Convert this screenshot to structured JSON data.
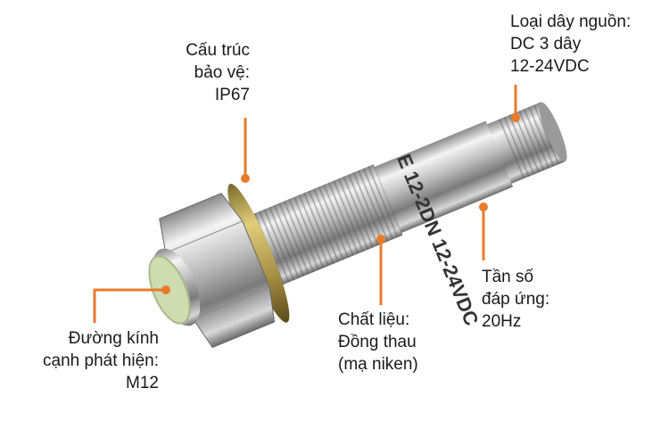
{
  "accent_color": "#e87a2c",
  "callouts": {
    "protection": {
      "lines": [
        "Cấu trúc",
        "bảo vệ:",
        "IP67"
      ]
    },
    "power": {
      "lines": [
        "Loại dây nguồn:",
        "DC 3 dây",
        "12-24VDC"
      ]
    },
    "frequency": {
      "lines": [
        "Tần số",
        "đáp ứng:",
        "20Hz"
      ]
    },
    "material": {
      "lines": [
        "Chất liệu:",
        "Đồng thau",
        "(mạ niken)"
      ]
    },
    "diameter": {
      "lines": [
        "Đường kính",
        "cạnh phát hiện:",
        "M12"
      ]
    }
  },
  "product_marking": "E 12-2DN 12-24VDC"
}
